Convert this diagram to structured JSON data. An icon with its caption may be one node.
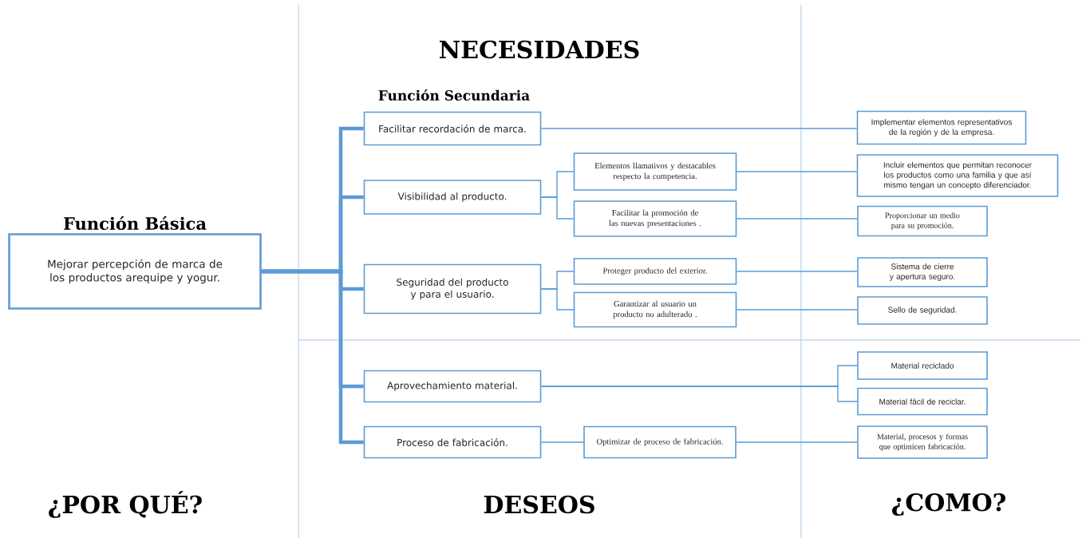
{
  "diagram": {
    "nodes": [
      {
        "text": [
          "Función Básica",
          "Mejorar percepción de marca de los productos arequipe y yogur."
        ]
      },
      {
        "text": [
          "Facilitar recordación de marca."
        ]
      },
      {
        "text": [
          "Visibilidad al producto."
        ]
      },
      {
        "text": [
          "Seguridad del producto y para el usuario."
        ]
      },
      {
        "text": [
          "Aprovechamiento material."
        ]
      },
      {
        "text": [
          "Proceso de fabricación."
        ]
      },
      {
        "text": [
          "Elementos llamativos y destacables respecto la competencia."
        ]
      },
      {
        "text": [
          "Facilitar la promoción de las nuevas presentaciones ."
        ]
      },
      {
        "text": [
          "Proteger producto del exterior."
        ]
      },
      {
        "text": [
          "Garantizar al usuario un producto no adulterado ."
        ]
      },
      {
        "text": [
          "Optimizar de proceso de fabricación."
        ]
      },
      {
        "text": [
          "Implementar elementos representativos de la región y de la empresa."
        ]
      },
      {
        "text": [
          "Incluir elementos que permitan reconocer los productos como una familia y que así mismo tengan un concepto diferenciador."
        ]
      },
      {
        "text": [
          "Proporcionar un medio para su promoción."
        ]
      },
      {
        "text": [
          "Sistema de cierre y apertura seguro."
        ]
      },
      {
        "text": [
          "Sello de seguridad."
        ]
      },
      {
        "text": [
          "Material reciclado"
        ]
      },
      {
        "text": [
          "Material fácil de reciclar."
        ]
      },
      {
        "text": [
          "Material, procesos y formas que optimicen fabricación."
        ]
      }
    ],
    "edges": [
      {
        "from": 0,
        "to": 1,
        "arrow": "none",
        "style": "thick"
      },
      {
        "from": 0,
        "to": 2,
        "arrow": "none",
        "style": "thick"
      },
      {
        "from": 0,
        "to": 3,
        "arrow": "none",
        "style": "thick"
      },
      {
        "from": 0,
        "to": 4,
        "arrow": "none",
        "style": "thick"
      },
      {
        "from": 0,
        "to": 5,
        "arrow": "none",
        "style": "thick"
      },
      {
        "from": 1,
        "to": 11,
        "arrow": "none"
      },
      {
        "from": 2,
        "to": 6,
        "arrow": "none"
      },
      {
        "from": 2,
        "to": 7,
        "arrow": "none"
      },
      {
        "from": 6,
        "to": 12,
        "arrow": "none"
      },
      {
        "from": 7,
        "to": 13,
        "arrow": "none"
      },
      {
        "from": 3,
        "to": 8,
        "arrow": "none"
      },
      {
        "from": 3,
        "to": 9,
        "arrow": "none"
      },
      {
        "from": 8,
        "to": 14,
        "arrow": "none"
      },
      {
        "from": 9,
        "to": 15,
        "arrow": "none"
      },
      {
        "from": 4,
        "to": 16,
        "arrow": "none"
      },
      {
        "from": 4,
        "to": 17,
        "arrow": "none"
      },
      {
        "from": 5,
        "to": 10,
        "arrow": "none"
      },
      {
        "from": 10,
        "to": 18,
        "arrow": "none"
      }
    ],
    "labels": [
      "NECESIDADES",
      "Función Secundaria",
      "¿POR QUÉ?",
      "DESEOS",
      "¿COMO?"
    ]
  }
}
